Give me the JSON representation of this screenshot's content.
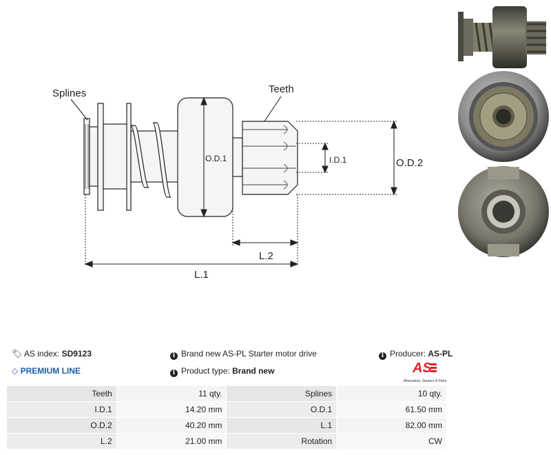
{
  "diagram": {
    "labels": {
      "splines": "Splines",
      "teeth": "Teeth",
      "od1": "O.D.1",
      "id1": "I.D.1",
      "od2": "O.D.2",
      "l2": "L.2",
      "l1": "L.1"
    }
  },
  "info": {
    "as_index_label": "AS index:",
    "as_index_value": "SD9123",
    "premium": "PREMIUM LINE",
    "description": "Brand new AS-PL Starter motor drive",
    "product_type_label": "Product type:",
    "product_type_value": "Brand new",
    "producer_label": "Producer:",
    "producer_value": "AS-PL"
  },
  "logo": {
    "mark": "AS",
    "tagline": "Alternators, Starters & Parts",
    "color": "#e3202a"
  },
  "specs": [
    [
      "Teeth",
      "11 qty.",
      "Splines",
      "10 qty."
    ],
    [
      "I.D.1",
      "14.20 mm",
      "O.D.1",
      "61.50 mm"
    ],
    [
      "O.D.2",
      "40.20 mm",
      "L.1",
      "82.00 mm"
    ],
    [
      "L.2",
      "21.00 mm",
      "Rotation",
      "CW"
    ]
  ]
}
